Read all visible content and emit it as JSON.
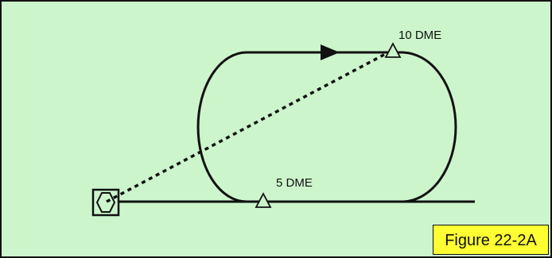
{
  "diagram": {
    "labels": {
      "dme_far": "10 DME",
      "dme_near": "5 DME"
    },
    "figure_label": "Figure 22-2A"
  },
  "colors": {
    "background": "#ccf5cc",
    "stroke": "#111111",
    "figure_label_bg": "#ffff33"
  },
  "icons": {
    "navaid": "vor-dme-icon",
    "fix_marker": "triangle-fix-icon",
    "direction": "arrowhead-icon"
  }
}
